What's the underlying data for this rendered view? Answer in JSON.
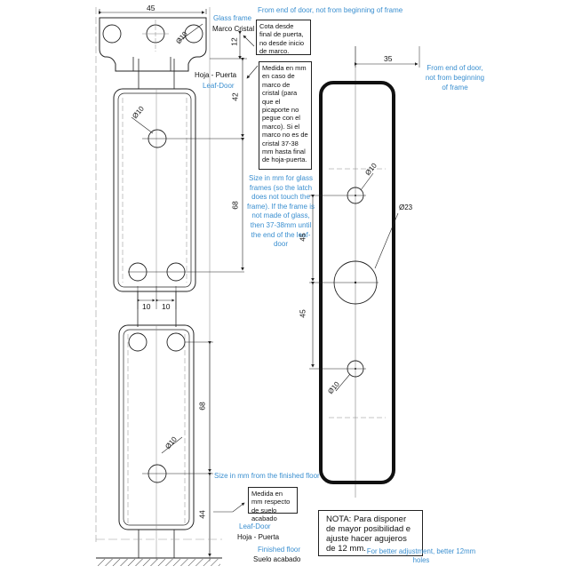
{
  "top_bracket": {
    "width_dim": "45",
    "hole_dia": "Ø10",
    "label_en": "Glass frame",
    "label_es": "Marco Cristal",
    "dim_12": "12",
    "note_es": "Cota desde final de puerta, no desde inicio de marco.",
    "note_en": "From end of door, not from beginning of frame"
  },
  "leaf_upper": {
    "label_es": "Hoja - Puerta",
    "label_en": "Leaf-Door",
    "hole_dia": "Ø10",
    "dim_42": "42",
    "dim_68": "68",
    "note_es": "Medida en mm en caso de marco de cristal (para que el picaporte no pegue con el marco). Si el marco no es de cristal 37-38 mm hasta final de hoja-puerta.",
    "note_en": "Size in mm for glass frames (so the latch does not touch the frame). If the frame is not made of glass, then 37-38mm until the end of the leaf-door",
    "dim_10a": "10",
    "dim_10b": "10"
  },
  "leaf_lower": {
    "dim_68": "68",
    "hole_dia": "Ø10",
    "dim_44": "44",
    "note_en": "Size in mm from the finished floor",
    "note_es": "Medida en mm respecto de suelo acabado",
    "label_en": "Leaf-Door",
    "label_es": "Hoja - Puerta",
    "floor_en": "Finished floor",
    "floor_es": "Suelo acabado"
  },
  "plate": {
    "dim_35": "35",
    "note_en": "From end of door, not from beginning of frame",
    "hole_top": "Ø10",
    "hole_mid": "Ø23",
    "hole_bot": "Ø10",
    "dim_45a": "45",
    "dim_45b": "45"
  },
  "nota": {
    "text_es": "NOTA:  Para disponer de mayor posibilidad e ajuste hacer agujeros de 12 mm.",
    "text_en": "For better adjustment, better 12mm holes"
  }
}
